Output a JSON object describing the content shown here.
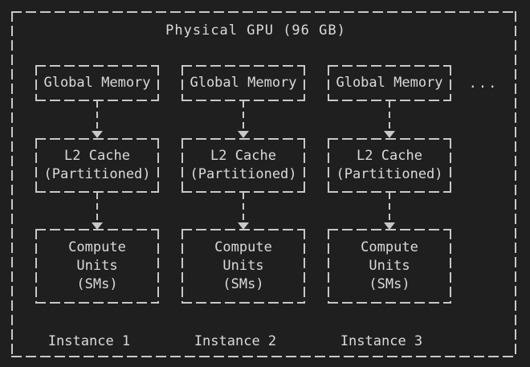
{
  "theme": {
    "background": "#1f1f1f",
    "line_color": "#c8c8c8",
    "text_color": "#dadada"
  },
  "title": "Physical GPU (96 GB)",
  "ellipsis": "...",
  "columns": [
    {
      "global_memory": "Global Memory",
      "l2_cache": "L2 Cache\n(Partitioned)",
      "compute_units": "Compute\nUnits\n(SMs)",
      "instance_label": "Instance 1"
    },
    {
      "global_memory": "Global Memory",
      "l2_cache": "L2 Cache\n(Partitioned)",
      "compute_units": "Compute\nUnits\n(SMs)",
      "instance_label": "Instance 2"
    },
    {
      "global_memory": "Global Memory",
      "l2_cache": "L2 Cache\n(Partitioned)",
      "compute_units": "Compute\nUnits\n(SMs)",
      "instance_label": "Instance 3"
    }
  ]
}
